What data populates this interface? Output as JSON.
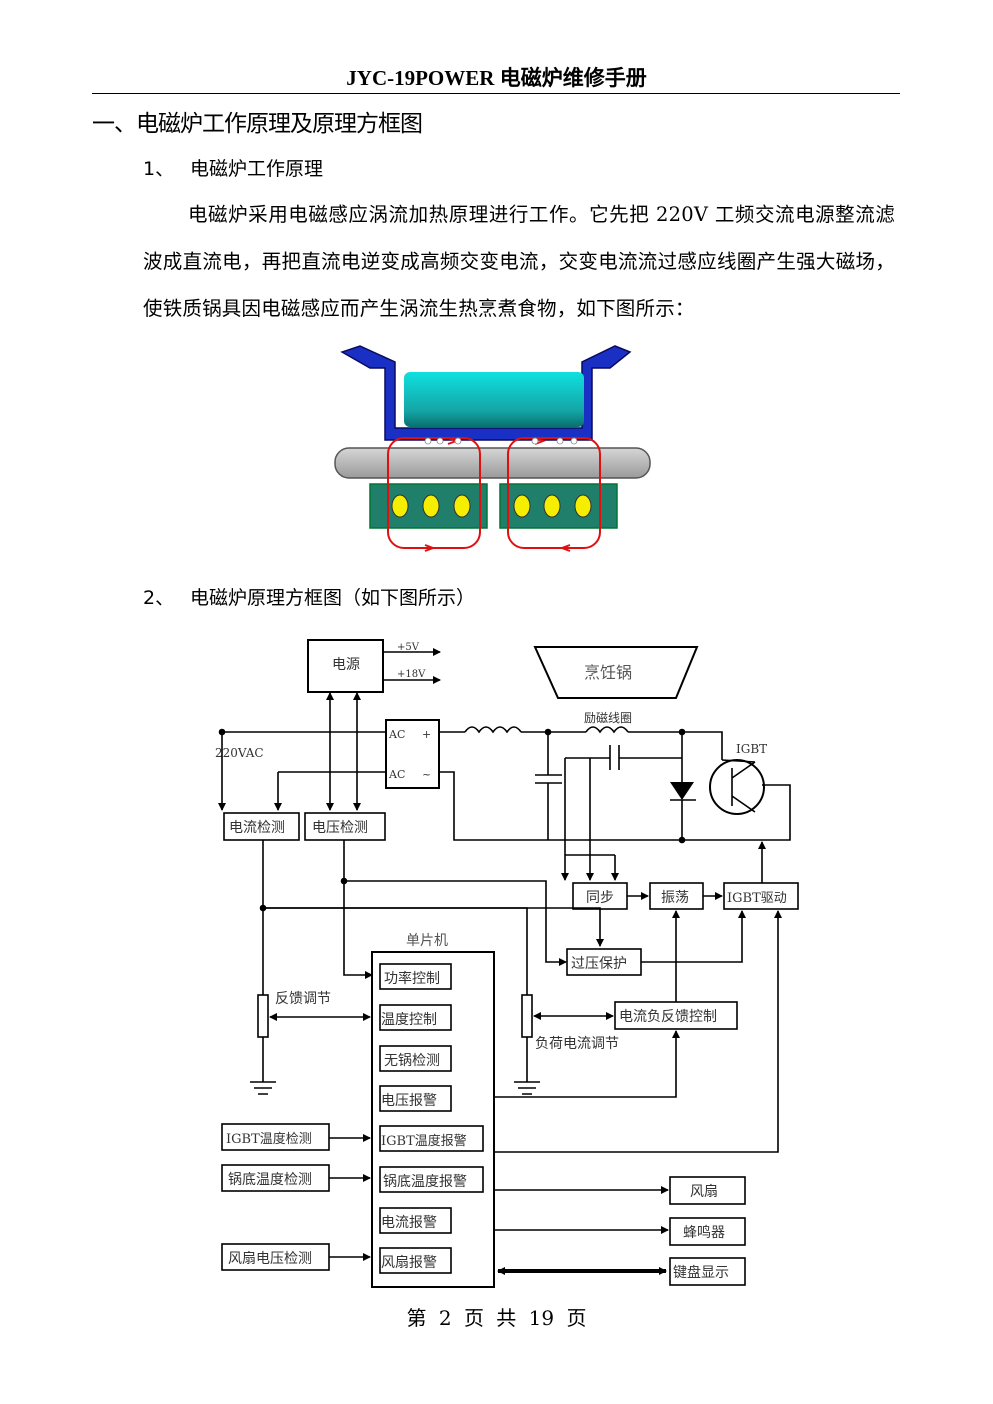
{
  "header": {
    "title": "JYC-19POWER 电磁炉维修手册"
  },
  "section": {
    "title": "一、电磁炉工作原理及原理方框图"
  },
  "sub1": {
    "num": "1、",
    "title": "电磁炉工作原理"
  },
  "paragraph": "电磁炉采用电磁感应涡流加热原理进行工作。它先把 220V 工频交流电源整流滤波成直流电，再把直流电逆变成高频交变电流，交变电流流过感应线圈产生强大磁场，使铁质锅具因电磁感应而产生涡流生热烹煮食物，如下图所示：",
  "sub2": {
    "num": "2、",
    "title": "电磁炉原理方框图（如下图所示）"
  },
  "diagram": {
    "power": "电源",
    "v5": "+5V",
    "v18": "+18V",
    "pot": "烹饪锅",
    "coil": "励磁线圈",
    "igbt": "IGBT",
    "vac": "220VAC",
    "ac1": "AC",
    "plus": "+",
    "ac2": "AC",
    "minus": "~",
    "current_detect": "电流检测",
    "voltage_detect": "电压检测",
    "sync": "同步",
    "osc": "振荡",
    "igbt_drive": "IGBT驱动",
    "overvoltage": "过压保护",
    "mcu": "单片机",
    "power_ctrl": "功率控制",
    "temp_ctrl": "温度控制",
    "no_pot": "无锅检测",
    "volt_alarm": "电压报警",
    "igbt_temp_alarm": "IGBT温度报警",
    "pot_temp_alarm": "锅底温度报警",
    "current_alarm": "电流报警",
    "fan_alarm": "风扇报警",
    "feedback_adj": "反馈调节",
    "current_neg_fb": "电流负反馈控制",
    "load_current_adj": "负荷电流调节",
    "igbt_temp_detect": "IGBT温度检测",
    "pot_temp_detect": "锅底温度检测",
    "fan_volt_detect": "风扇电压检测",
    "fan": "风扇",
    "buzzer": "蜂鸣器",
    "keyboard": "键盘显示"
  },
  "footer": "第 2 页 共 19 页",
  "colors": {
    "pan_blue": "#1a2fc4",
    "pan_teal": "#1fb3b3",
    "plate_gray": "#b9b9b9",
    "coil_green": "#1f7f6b",
    "coil_dot": "#f5ee00",
    "eddy_red": "#e01010"
  }
}
